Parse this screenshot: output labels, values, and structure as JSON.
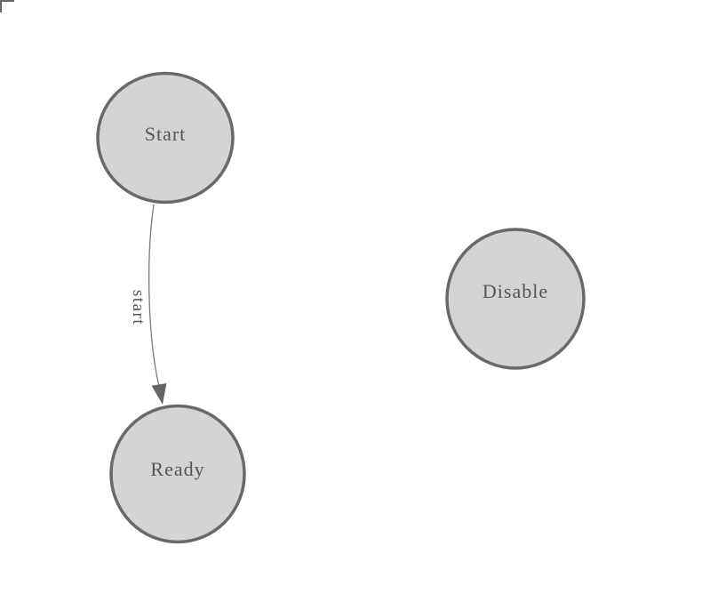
{
  "diagram": {
    "nodes": [
      {
        "id": "Start",
        "label": "Start"
      },
      {
        "id": "Ready",
        "label": "Ready"
      },
      {
        "id": "Disable",
        "label": "Disable"
      }
    ],
    "edges": [
      {
        "from": "Start",
        "to": "Ready",
        "label": "start"
      }
    ],
    "colors": {
      "background": "#ffffff",
      "node_fill": "#d4d4d4",
      "node_stroke": "#696969",
      "node_text": "#555555",
      "edge_line": "#7a7a7a",
      "edge_text": "#555555",
      "arrow": "#666666",
      "corner_mark": "#666666"
    }
  }
}
